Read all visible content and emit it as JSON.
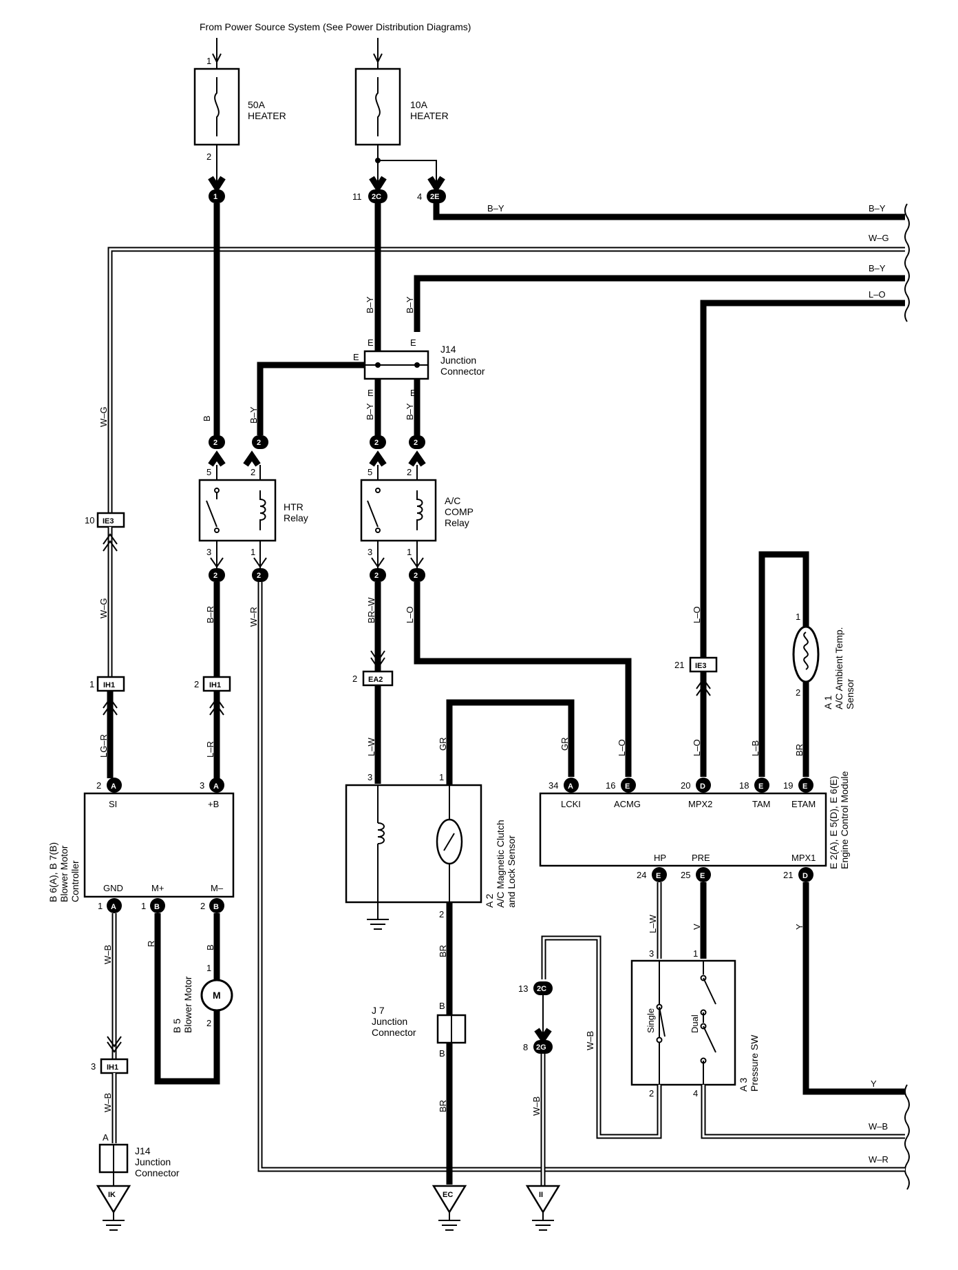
{
  "header": {
    "source_note": "From Power Source System (See Power Distribution Diagrams)"
  },
  "fuses": [
    {
      "id": "fuse-50a",
      "rating": "50A",
      "name": "HEATER",
      "pin_in": "1",
      "pin_out": "2"
    },
    {
      "id": "fuse-10a",
      "rating": "10A",
      "name": "HEATER"
    }
  ],
  "components": {
    "j14_top": {
      "ref": "J14",
      "line1": "Junction",
      "line2": "Connector",
      "pin": "E"
    },
    "htr_relay": {
      "line1": "HTR",
      "line2": "Relay"
    },
    "ac_comp_relay": {
      "line1": "A/C",
      "line2": "COMP",
      "line3": "Relay"
    },
    "blower_controller": {
      "line1": "B 6(A), B 7(B)",
      "line2": "Blower Motor",
      "line3": "Controller",
      "terms": [
        "SI",
        "+B",
        "GND",
        "M+",
        "M–"
      ]
    },
    "blower_motor": {
      "line1": "B 5",
      "line2": "Blower Motor",
      "symbol": "M"
    },
    "magnetic_clutch": {
      "line1": "A 2",
      "line2": "A/C Magnetic Clutch",
      "line3": "and Lock Sensor"
    },
    "j7": {
      "line1": "J 7",
      "line2": "Junction",
      "line3": "Connector",
      "pin": "B"
    },
    "ecm": {
      "line1": "E 2(A), E 5(D), E 6(E)",
      "line2": "Engine Control Module",
      "top_terms": [
        "LCKI",
        "ACMG",
        "MPX2",
        "TAM",
        "ETAM"
      ],
      "bottom_terms": [
        "HP",
        "PRE",
        "MPX1"
      ]
    },
    "ambient_sensor": {
      "line1": "A 1",
      "line2": "A/C Ambient Temp.",
      "line3": "Sensor"
    },
    "pressure_sw": {
      "line1": "A 3",
      "line2": "Pressure SW",
      "single": "Single",
      "dual": "Dual"
    },
    "j14_bottom": {
      "ref": "J14",
      "line1": "Junction",
      "line2": "Connector",
      "pin": "A"
    }
  },
  "connectors": {
    "c1": "1",
    "c2": "2",
    "c2c": "2C",
    "c2e": "2E",
    "c2g": "2G",
    "ie3": "IE3",
    "ih1": "IH1",
    "ea2": "EA2",
    "A": "A",
    "B": "B",
    "D": "D",
    "E": "E"
  },
  "grounds": [
    "IK",
    "EC",
    "II"
  ],
  "wires": {
    "by": "B–Y",
    "wg": "W–G",
    "lo": "L–O",
    "b": "B",
    "br": "B–R",
    "wr": "W–R",
    "brw": "BR–W",
    "lw": "L–W",
    "gr": "GR",
    "lgr": "LG–R",
    "lr": "L–R",
    "wb": "W–B",
    "r": "R",
    "brn": "BR",
    "lb": "L–B",
    "y": "Y",
    "v": "V"
  },
  "pins": {
    "p1": "1",
    "p2": "2",
    "p3": "3",
    "p4": "4",
    "p5": "5",
    "p8": "8",
    "p10": "10",
    "p11": "11",
    "p13": "13",
    "p16": "16",
    "p18": "18",
    "p19": "19",
    "p20": "20",
    "p21": "21",
    "p24": "24",
    "p25": "25",
    "p34": "34"
  }
}
